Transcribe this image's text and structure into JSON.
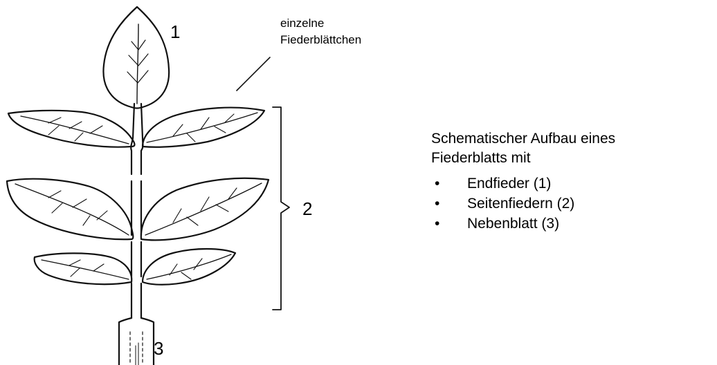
{
  "labels": {
    "terminal": "1",
    "lateral": "2",
    "stipule": "3"
  },
  "annotation": {
    "line1": "einzelne",
    "line2": "Fiederblättchen"
  },
  "description": {
    "line1": "Schematischer Aufbau eines",
    "line2": "Fiederblatts mit",
    "items": [
      {
        "bullet": "•",
        "text": "Endfieder (1)"
      },
      {
        "bullet": "•",
        "text": "Seitenfiedern (2)"
      },
      {
        "bullet": "•",
        "text": "Nebenblatt (3)"
      }
    ]
  }
}
